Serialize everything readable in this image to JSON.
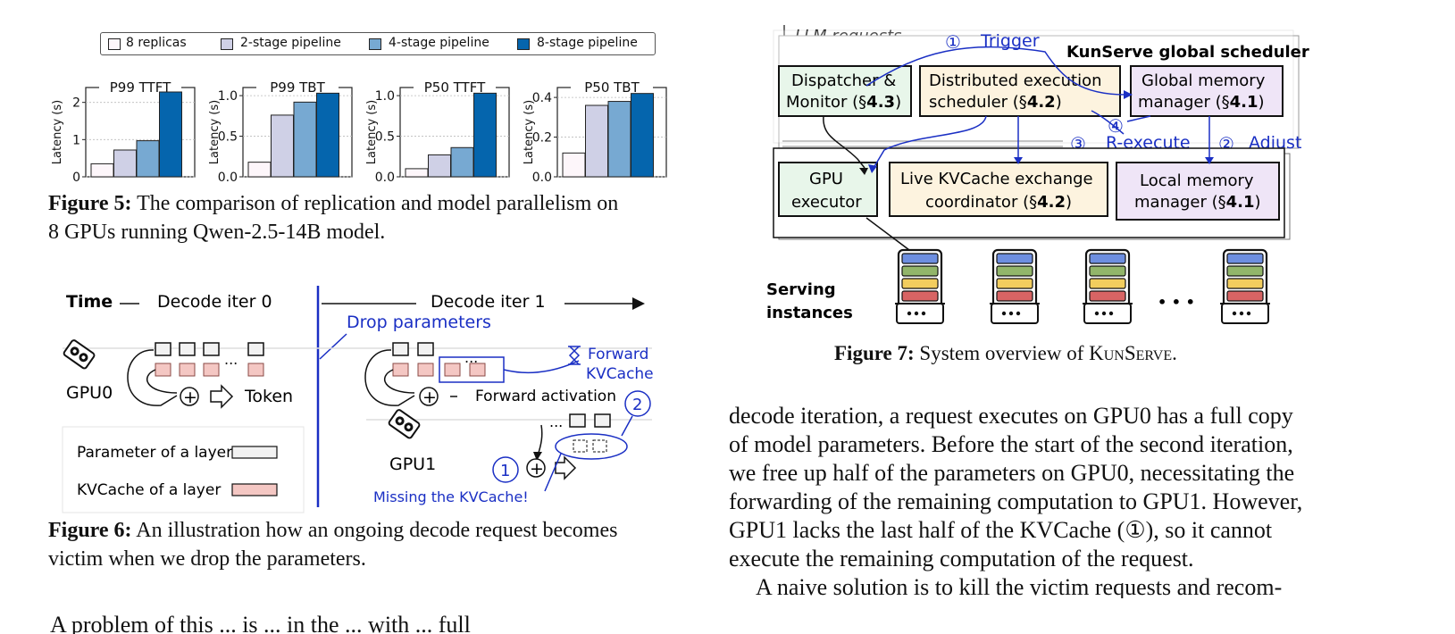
{
  "chart_data": [
    {
      "type": "bar",
      "title": "P99 TTFT",
      "ylabel": "Latency (s)",
      "ylim": [
        0,
        2.4
      ],
      "ticks": [
        "0",
        "1",
        "2"
      ],
      "tick_values": [
        0,
        1,
        2
      ],
      "series": [
        {
          "name": "8 replicas",
          "values": [
            0.35
          ]
        },
        {
          "name": "2-stage pipeline",
          "values": [
            0.72
          ]
        },
        {
          "name": "4-stage pipeline",
          "values": [
            0.97
          ]
        },
        {
          "name": "8-stage pipeline",
          "values": [
            2.28
          ]
        }
      ]
    },
    {
      "type": "bar",
      "title": "P99 TBT",
      "ylabel": "Latency (s)",
      "ylim": [
        0,
        1.1
      ],
      "ticks": [
        "0.0",
        "0.5",
        "1.0"
      ],
      "tick_values": [
        0,
        0.5,
        1.0
      ],
      "series": [
        {
          "name": "8 replicas",
          "values": [
            0.18
          ]
        },
        {
          "name": "2-stage pipeline",
          "values": [
            0.76
          ]
        },
        {
          "name": "4-stage pipeline",
          "values": [
            0.92
          ]
        },
        {
          "name": "8-stage pipeline",
          "values": [
            1.03
          ]
        }
      ]
    },
    {
      "type": "bar",
      "title": "P50 TTFT",
      "ylabel": "Latency (s)",
      "ylim": [
        0,
        1.1
      ],
      "ticks": [
        "0.0",
        "0.5",
        "1.0"
      ],
      "tick_values": [
        0,
        0.5,
        1.0
      ],
      "series": [
        {
          "name": "8 replicas",
          "values": [
            0.1
          ]
        },
        {
          "name": "2-stage pipeline",
          "values": [
            0.27
          ]
        },
        {
          "name": "4-stage pipeline",
          "values": [
            0.36
          ]
        },
        {
          "name": "8-stage pipeline",
          "values": [
            1.03
          ]
        }
      ]
    },
    {
      "type": "bar",
      "title": "P50 TBT",
      "ylabel": "Latency (s)",
      "ylim": [
        0,
        0.45
      ],
      "ticks": [
        "0.0",
        "0.2",
        "0.4"
      ],
      "tick_values": [
        0,
        0.2,
        0.4
      ],
      "series": [
        {
          "name": "8 replicas",
          "values": [
            0.12
          ]
        },
        {
          "name": "2-stage pipeline",
          "values": [
            0.36
          ]
        },
        {
          "name": "4-stage pipeline",
          "values": [
            0.38
          ]
        },
        {
          "name": "8-stage pipeline",
          "values": [
            0.42
          ]
        }
      ]
    }
  ],
  "legend": {
    "items": [
      "8 replicas",
      "2-stage pipeline",
      "4-stage pipeline",
      "8-stage pipeline"
    ],
    "colors": [
      "#fdf6fa",
      "#cfd0e6",
      "#77a9d2",
      "#0565ad"
    ]
  },
  "fig5": {
    "label": "Figure 5:",
    "text": "The comparison of replication and model parallelism on",
    "text2": "8 GPUs running Qwen-2.5-14B model."
  },
  "fig6": {
    "time": "Time",
    "iter0": "Decode iter 0",
    "iter1": "Decode iter 1",
    "drop": "Drop parameters",
    "forward_kv_1": "Forward",
    "forward_kv_2": "KVCache",
    "gpu0": "GPU0",
    "gpu1": "GPU1",
    "token": "Token",
    "forward_act": "Forward activation",
    "dots": "...",
    "plus": "+",
    "n1": "1",
    "n2": "2",
    "missing": "Missing the KVCache!",
    "legend_param": "Parameter of a layer",
    "legend_kv": "KVCache of a layer",
    "caption_label": "Figure 6:",
    "caption_text": "An illustration how an ongoing decode request becomes",
    "caption_text2": "victim when we drop the parameters.",
    "param_color": "#f2f2f2",
    "kv_color": "#f4c7c3",
    "blue": "#1a2fc4"
  },
  "fig7": {
    "llm_requests": "LLM requests",
    "trigger_num": "①",
    "trigger": "Trigger",
    "global_sched": "KunServe global scheduler",
    "dispatcher_1": "Dispatcher &",
    "dispatcher_2": "Monitor (§",
    "dispatcher_sec": "4.3",
    "distributed_1": "Distributed execution",
    "distributed_2": "scheduler (§",
    "distributed_sec": "4.2",
    "global_mem_1": "Global memory",
    "global_mem_2": "manager (§",
    "global_mem_sec": "4.1",
    "four": "④",
    "three": "③",
    "rexecute": "R-execute",
    "two": "②",
    "adjust": "Adjust",
    "gpu_exec_1": "GPU",
    "gpu_exec_2": "executor",
    "live_1": "Live KVCache exchange",
    "live_2": "coordinator (§",
    "live_sec": "4.2",
    "local_1": "Local memory",
    "local_2": "manager (§",
    "local_sec": "4.1",
    "close_paren": ")",
    "serving_1": "Serving",
    "serving_2": "instances",
    "ellipsis": "• • •",
    "caption_label": "Figure 7:",
    "caption_text": "System overview of K",
    "caption_sc": "un",
    "caption_text2": "S",
    "caption_sc2": "erve",
    "caption_end": ".",
    "green": "#e8f6ea",
    "yellow": "#fdf3df",
    "purple": "#efe5f7"
  },
  "body": {
    "lines": [
      "decode iteration, a request executes on GPU0 has a full copy",
      "of model parameters. Before the start of the second iteration,",
      "we free up half of the parameters on GPU0, necessitating the",
      "forwarding of the remaining computation to GPU1. However,",
      "GPU1 lacks the last half of the KVCache (①), so it cannot",
      "execute the remaining computation of the request.",
      "A naive solution is to kill the victim requests and recom-"
    ],
    "left_cut": "A problem of this ... is ... in the ... with ... full"
  }
}
